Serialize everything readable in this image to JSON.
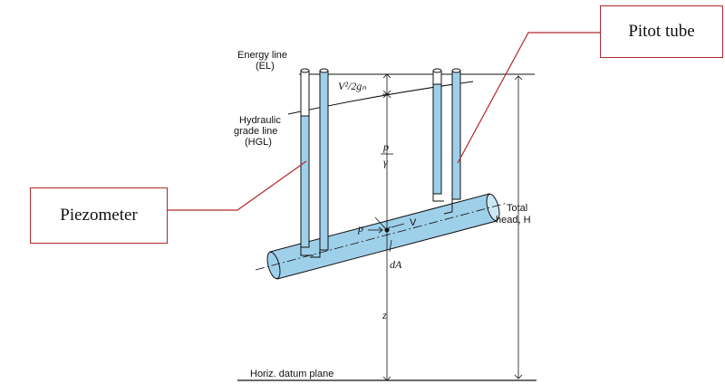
{
  "labels": {
    "energy_line_1": "Energy line",
    "energy_line_2": "(EL)",
    "hgl_1": "Hydraulic",
    "hgl_2": "grade line",
    "hgl_3": "(HGL)",
    "velocity_head": "V²/2gₙ",
    "pressure_num": "p",
    "pressure_den": "γ",
    "velocity": "V",
    "pressure": "p",
    "area": "dA",
    "elevation": "z",
    "total_head_1": "Total",
    "total_head_2": "head, H",
    "datum": "Horiz. datum plane"
  },
  "callouts": {
    "pitot": "Pitot tube",
    "piezometer": "Piezometer"
  },
  "colors": {
    "water": "#9fd0ea",
    "line": "#111111",
    "callout": "#b0282c"
  }
}
